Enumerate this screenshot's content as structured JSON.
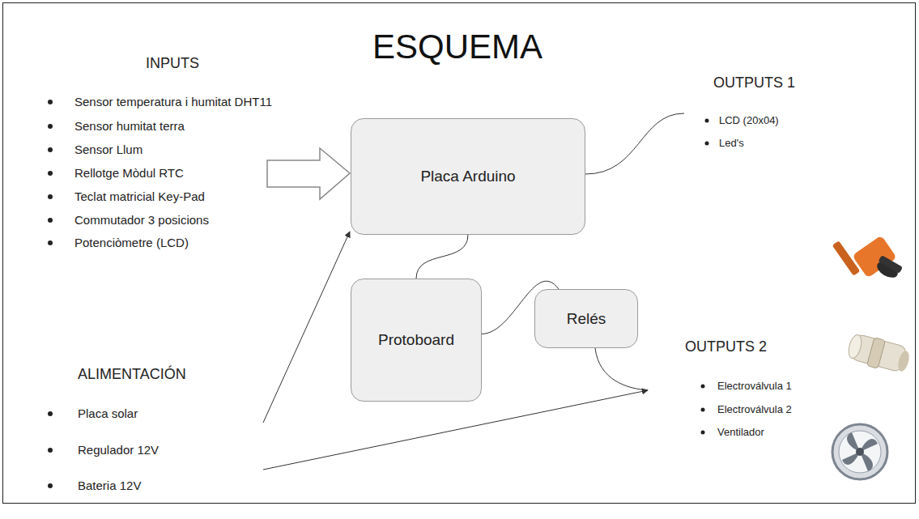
{
  "diagram": {
    "title": "ESQUEMA",
    "nodes": [
      {
        "text": [
          "Placa Arduino"
        ]
      },
      {
        "text": [
          "Protoboard"
        ]
      },
      {
        "text": [
          "Relés"
        ]
      }
    ],
    "edges": [
      {
        "from": 0,
        "to": 1,
        "arrow": "none"
      },
      {
        "from": 1,
        "to": 2,
        "arrow": "none"
      }
    ],
    "labels": [
      "INPUTS",
      "Sensor temperatura i humitat DHT11",
      "Sensor humitat terra",
      "Sensor Llum",
      "Rellotge Mòdul RTC",
      "Teclat matricial Key-Pad",
      "Commutador 3 posicions",
      "Potenciòmetre (LCD)",
      "OUTPUTS 1",
      "LCD (20x04)",
      "Led's",
      "ALIMENTACIÓN",
      "Placa solar",
      "Regulador 12V",
      "Bateria 12V",
      "OUTPUTS 2",
      "Electroválvula 1",
      "Electroválvula 2",
      "Ventilador"
    ]
  }
}
